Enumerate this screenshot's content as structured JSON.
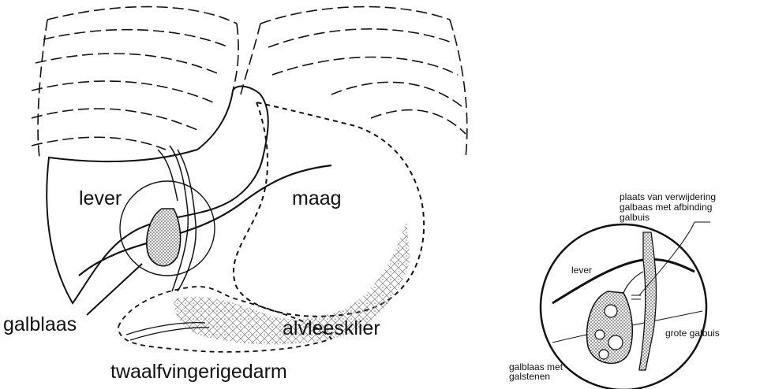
{
  "left_diagram": {
    "labels": {
      "liver": "lever",
      "stomach": "maag",
      "gallbladder": "galblaas",
      "pancreas": "alvleesklier",
      "duodenum": "twaalfvingerigedarm"
    }
  },
  "right_diagram": {
    "labels": {
      "liver": "lever",
      "removal_site": [
        "plaats van verwijdering",
        "galbaas met afbinding",
        "galbuis"
      ],
      "common_bile_duct": "grote galbuis",
      "gallbladder_with_stones": [
        "galblaas met",
        "galstenen"
      ]
    }
  }
}
